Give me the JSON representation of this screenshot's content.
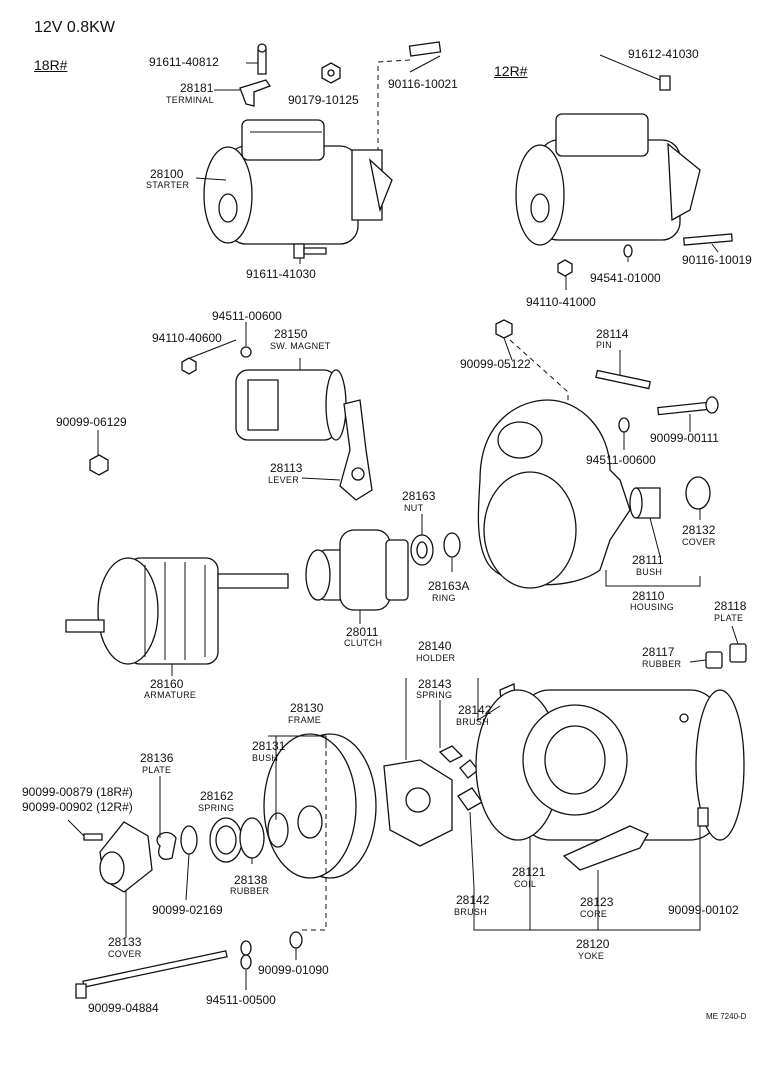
{
  "header": {
    "spec": "12V 0.8KW",
    "model_18r": "18R#",
    "model_12r": "12R#"
  },
  "labels": {
    "p91611": "91611-40812",
    "p28181": "28181",
    "p28181n": "TERMINAL",
    "p90116a": "90116-10021",
    "p90179": "90179-10125",
    "p28100": "28100",
    "p28100n": "STARTER",
    "p91611b": "91611-41030",
    "p91612": "91612-41030",
    "p90116b": "90116-10019",
    "p94541": "94541-01000",
    "p94110a": "94110-41000",
    "p94511a": "94511-00600",
    "p94110b": "94110-40600",
    "p28150": "28150",
    "p28150n": "SW. MAGNET",
    "p28114": "28114",
    "p28114n": "PIN",
    "p90099a": "90099-05122",
    "p90099b": "90099-06129",
    "p90099c": "90099-00111",
    "p94511b": "94511-00600",
    "p28113": "28113",
    "p28113n": "LEVER",
    "p28163": "28163",
    "p28163n": "NUT",
    "p28163a": "28163A",
    "p28163an": "RING",
    "p28132": "28132",
    "p28132n": "COVER",
    "p28111": "28111",
    "p28111n": "BUSH",
    "p28110": "28110",
    "p28110n": "HOUSING",
    "p28118": "28118",
    "p28118n": "PLATE",
    "p28117": "28117",
    "p28117n": "RUBBER",
    "p28011": "28011",
    "p28011n": "CLUTCH",
    "p28160": "28160",
    "p28160n": "ARMATURE",
    "p28140": "28140",
    "p28140n": "HOLDER",
    "p28143": "28143",
    "p28143n": "SPRING",
    "p28142a": "28142",
    "p28142an": "BRUSH",
    "p28130": "28130",
    "p28130n": "FRAME",
    "p28131": "28131",
    "p28131n": "BUSH",
    "p28136": "28136",
    "p28136n": "PLATE",
    "p90099d": "90099-00879 (18R#)",
    "p90099e": "90099-00902 (12R#)",
    "p28162": "28162",
    "p28162n": "SPRING",
    "p28138": "28138",
    "p28138n": "RUBBER",
    "p90099f": "90099-02169",
    "p28121": "28121",
    "p28121n": "COIL",
    "p28142b": "28142",
    "p28142bn": "BRUSH",
    "p28123": "28123",
    "p28123n": "CORE",
    "p90099g": "90099-00102",
    "p28133": "28133",
    "p28133n": "COVER",
    "p90099h": "90099-01090",
    "p28120": "28120",
    "p28120n": "YOKE",
    "p90099i": "90099-04884",
    "p94511c": "94511-00500"
  },
  "footer": {
    "ref": "ME 7240-D"
  }
}
